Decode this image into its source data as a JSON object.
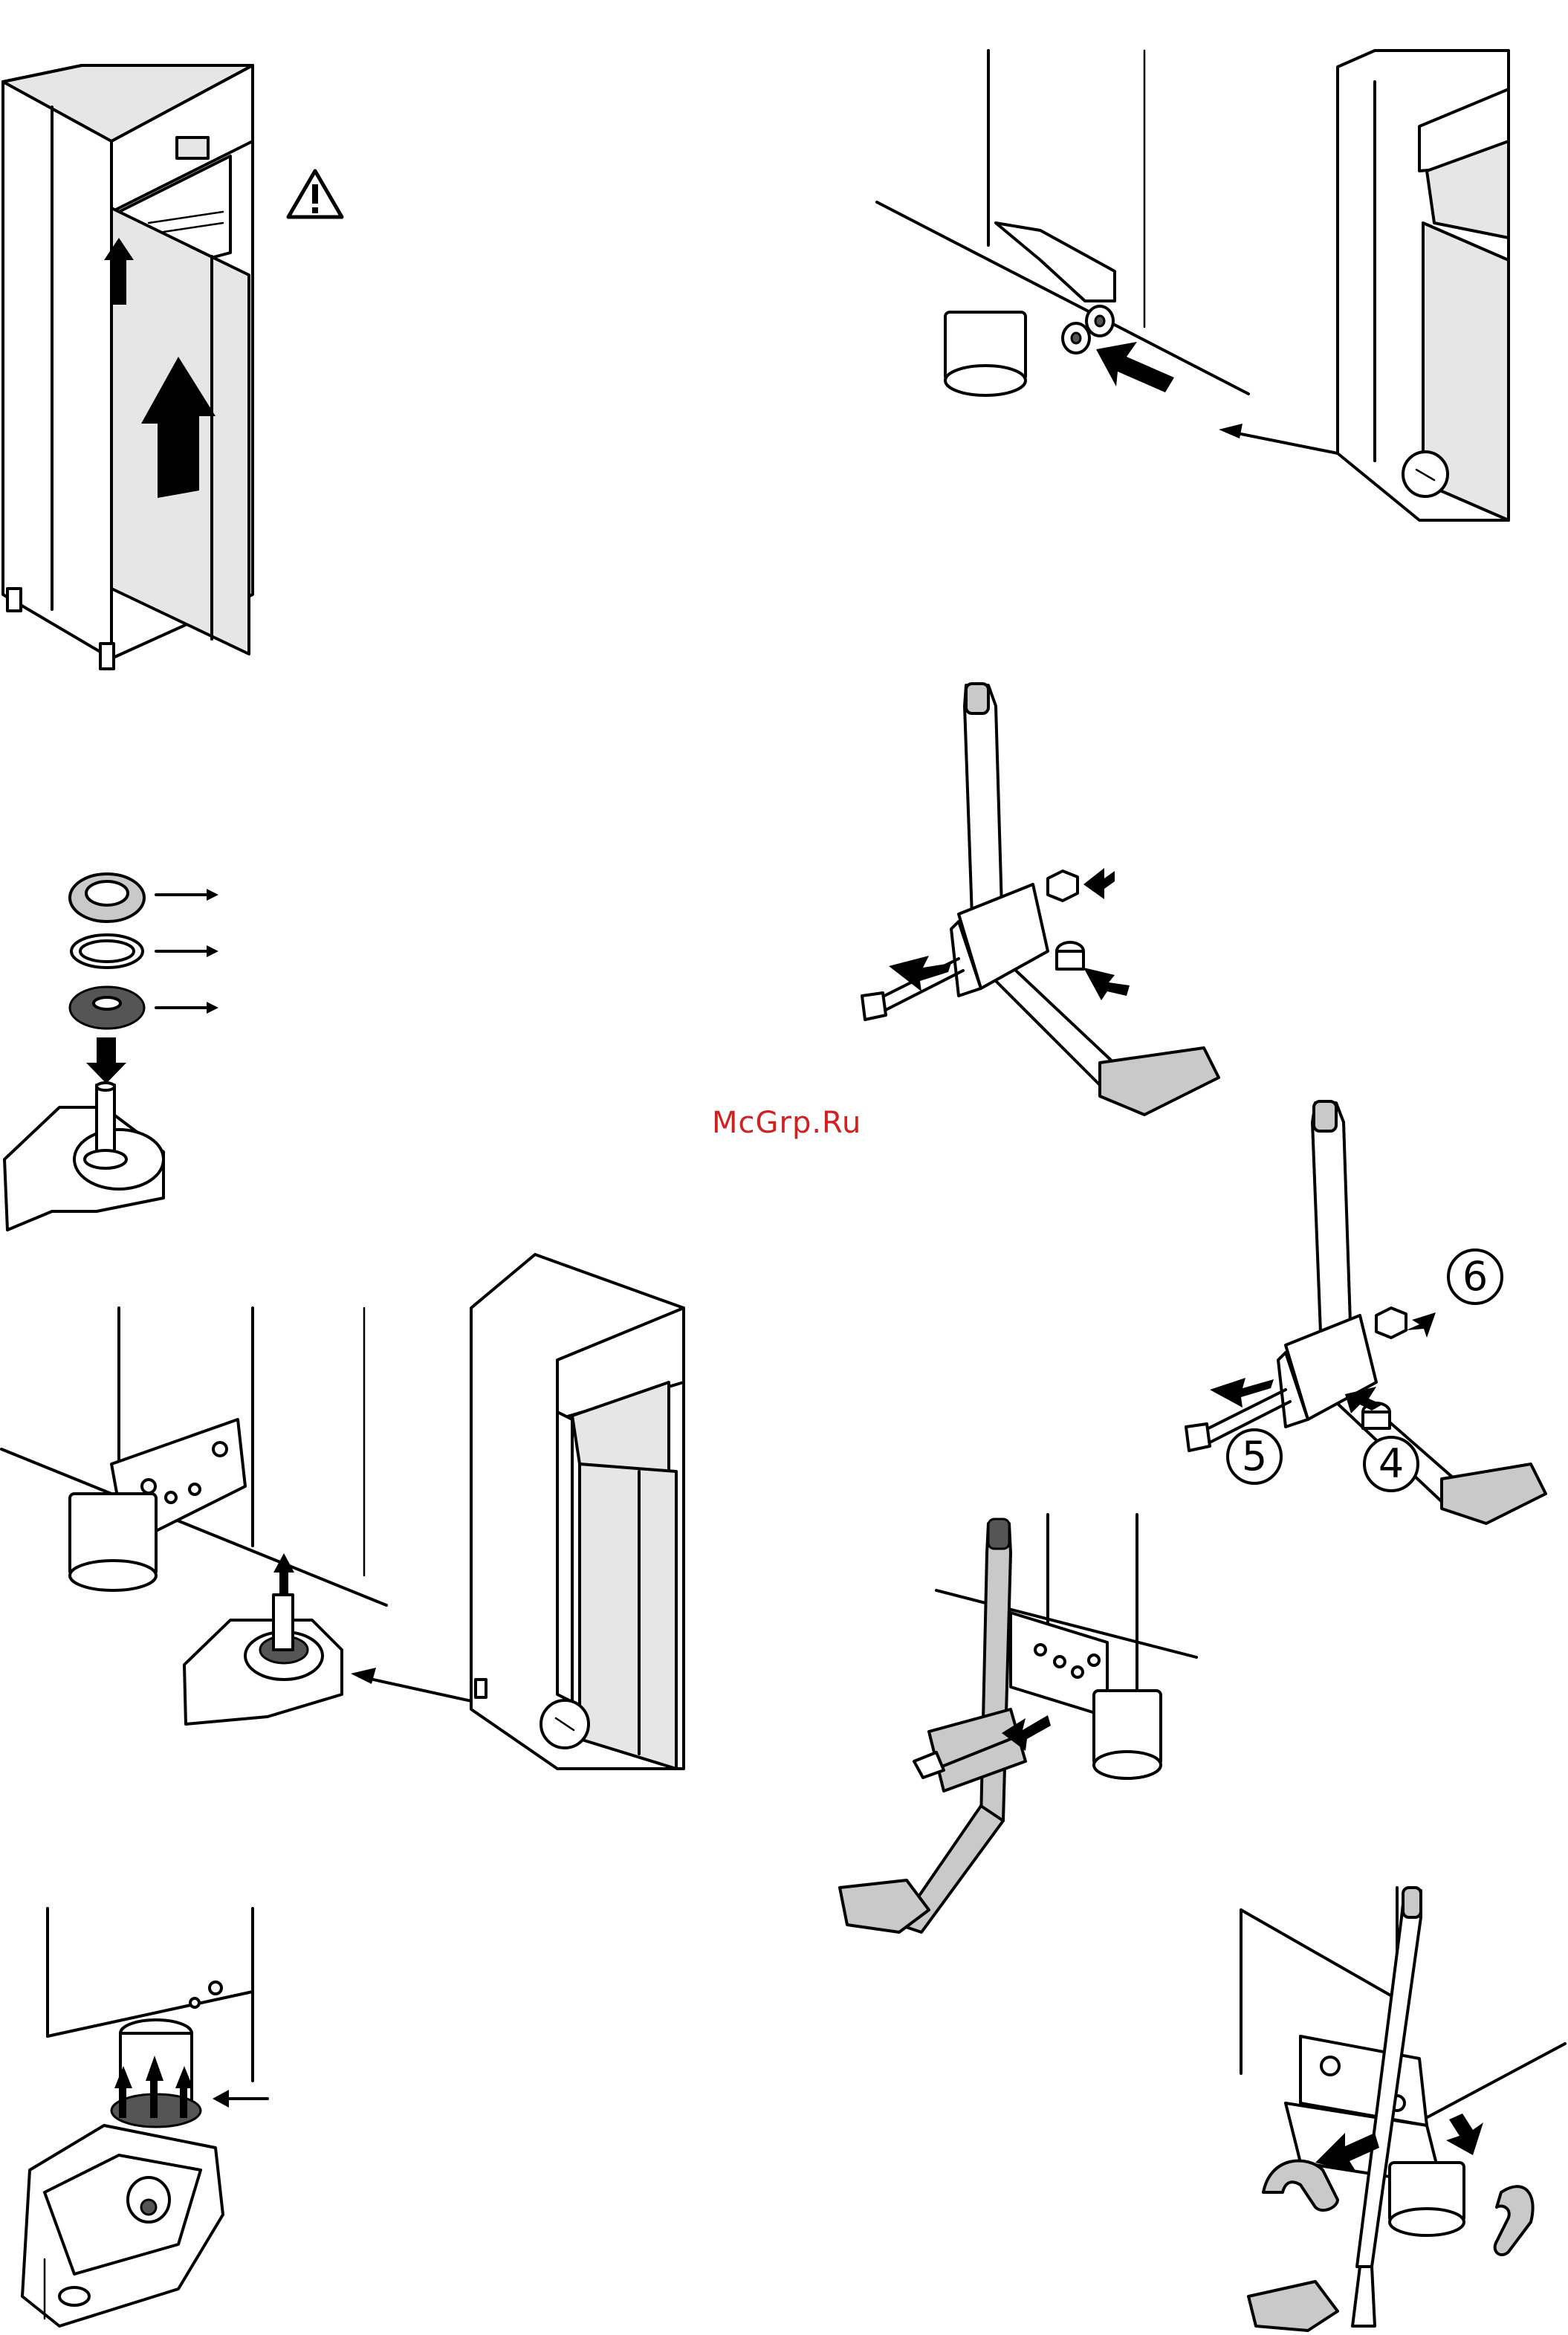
{
  "watermark": {
    "text": "McGrp.Ru",
    "color": "#d21f1f"
  },
  "callouts": {
    "c4": "4",
    "c5": "5",
    "c6": "6"
  },
  "icons": {
    "warning": "warning-triangle-icon",
    "arrow": "arrow-icon"
  },
  "colors": {
    "line": "#000000",
    "panel": "#e6e6e6",
    "dark_part": "#555555"
  }
}
